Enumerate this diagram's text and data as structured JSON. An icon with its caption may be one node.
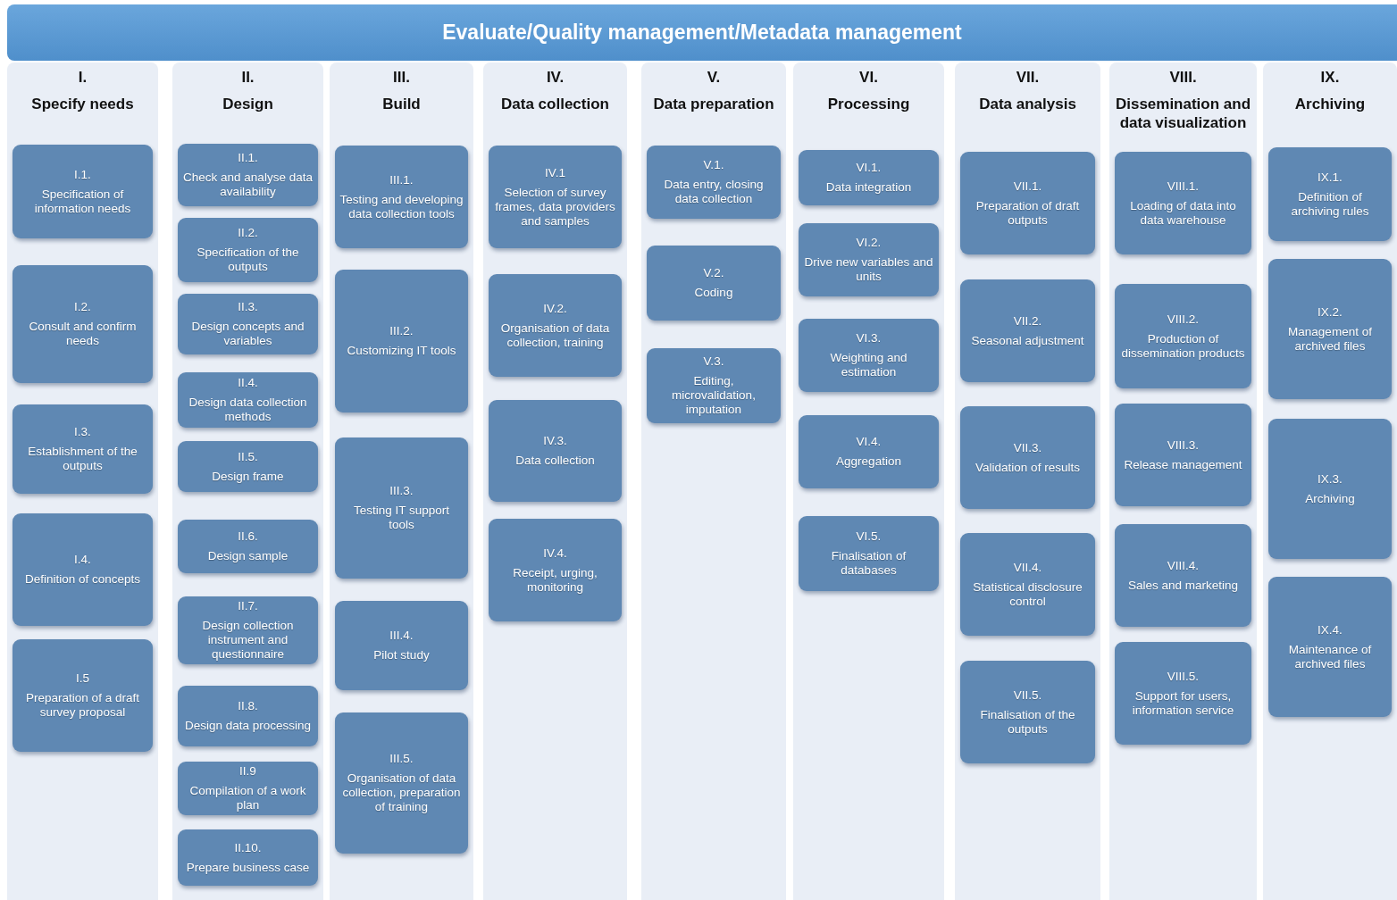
{
  "diagram": {
    "nodes": [
      {
        "text": [
          "Evaluate/Quality management/Metadata management"
        ]
      },
      {
        "text": [
          "I.",
          "Specify needs"
        ]
      },
      {
        "text": [
          "I.1.",
          "Specification of information needs"
        ],
        "in": 1
      },
      {
        "text": [
          "I.2.",
          "Consult and confirm needs"
        ],
        "in": 1
      },
      {
        "text": [
          "I.3.",
          "Establishment of the outputs"
        ],
        "in": 1
      },
      {
        "text": [
          "I.4.",
          "Definition of concepts"
        ],
        "in": 1
      },
      {
        "text": [
          "I.5",
          "Preparation of a draft survey proposal"
        ],
        "in": 1
      },
      {
        "text": [
          "II.",
          "Design"
        ]
      },
      {
        "text": [
          "II.1.",
          "Check and analyse data availability"
        ],
        "in": 7
      },
      {
        "text": [
          "II.2.",
          "Specification of the outputs"
        ],
        "in": 7
      },
      {
        "text": [
          "II.3.",
          "Design concepts and variables"
        ],
        "in": 7
      },
      {
        "text": [
          "II.4.",
          "Design data collection methods"
        ],
        "in": 7
      },
      {
        "text": [
          "II.5.",
          "Design frame"
        ],
        "in": 7
      },
      {
        "text": [
          "II.6.",
          "Design sample"
        ],
        "in": 7
      },
      {
        "text": [
          "II.7.",
          "Design collection instrument and questionnaire"
        ],
        "in": 7
      },
      {
        "text": [
          "II.8.",
          "Design data processing"
        ],
        "in": 7
      },
      {
        "text": [
          "II.9",
          "Compilation of a work plan"
        ],
        "in": 7
      },
      {
        "text": [
          "II.10.",
          "Prepare business case"
        ],
        "in": 7
      },
      {
        "text": [
          "III.",
          "Build"
        ]
      },
      {
        "text": [
          "III.1.",
          "Testing and developing data collection tools"
        ],
        "in": 18
      },
      {
        "text": [
          "III.2.",
          "Customizing IT tools"
        ],
        "in": 18
      },
      {
        "text": [
          "III.3.",
          "Testing  IT support tools"
        ],
        "in": 18
      },
      {
        "text": [
          "III.4.",
          "Pilot study"
        ],
        "in": 18
      },
      {
        "text": [
          "III.5.",
          "Organisation of data collection, preparation of training"
        ],
        "in": 18
      },
      {
        "text": [
          "IV.",
          "Data collection"
        ]
      },
      {
        "text": [
          "IV.1",
          "Selection of survey frames, data providers and samples"
        ],
        "in": 24
      },
      {
        "text": [
          "IV.2.",
          "Organisation of data collection, training"
        ],
        "in": 24
      },
      {
        "text": [
          "IV.3.",
          "Data collection"
        ],
        "in": 24
      },
      {
        "text": [
          "IV.4.",
          "Receipt, urging, monitoring"
        ],
        "in": 24
      },
      {
        "text": [
          "V.",
          "Data preparation"
        ]
      },
      {
        "text": [
          "V.1.",
          "Data entry, closing data collection"
        ],
        "in": 29
      },
      {
        "text": [
          "V.2.",
          "Coding"
        ],
        "in": 29
      },
      {
        "text": [
          "V.3.",
          "Editing, microvalidation, imputation"
        ],
        "in": 29
      },
      {
        "text": [
          "VI.",
          "Processing"
        ]
      },
      {
        "text": [
          "VI.1.",
          "Data integration"
        ],
        "in": 33
      },
      {
        "text": [
          "VI.2.",
          "Drive new variables and units"
        ],
        "in": 33
      },
      {
        "text": [
          "VI.3.",
          "Weighting and estimation"
        ],
        "in": 33
      },
      {
        "text": [
          "VI.4.",
          "Aggregation"
        ],
        "in": 33
      },
      {
        "text": [
          "VI.5.",
          "Finalisation of databases"
        ],
        "in": 33
      },
      {
        "text": [
          "VII.",
          "Data analysis"
        ]
      },
      {
        "text": [
          "VII.1.",
          "Preparation of draft outputs"
        ],
        "in": 39
      },
      {
        "text": [
          "VII.2.",
          "Seasonal adjustment"
        ],
        "in": 39
      },
      {
        "text": [
          "VII.3.",
          "Validation of results"
        ],
        "in": 39
      },
      {
        "text": [
          "VII.4.",
          "Statistical disclosure control"
        ],
        "in": 39
      },
      {
        "text": [
          "VII.5.",
          "Finalisation of the outputs"
        ],
        "in": 39
      },
      {
        "text": [
          "VIII.",
          "Dissemination and data visualization"
        ]
      },
      {
        "text": [
          "VIII.1.",
          "Loading of data into data warehouse"
        ],
        "in": 45
      },
      {
        "text": [
          "VIII.2.",
          "Production of dissemination products"
        ],
        "in": 45
      },
      {
        "text": [
          "VIII.3.",
          "Release management"
        ],
        "in": 45
      },
      {
        "text": [
          "VIII.4.",
          "Sales and marketing"
        ],
        "in": 45
      },
      {
        "text": [
          "VIII.5.",
          "Support for users, information service"
        ],
        "in": 45
      },
      {
        "text": [
          "IX.",
          "Archiving"
        ]
      },
      {
        "text": [
          "IX.1.",
          "Definition of archiving rules"
        ],
        "in": 51
      },
      {
        "text": [
          "IX.2.",
          "Management of archived files"
        ],
        "in": 51
      },
      {
        "text": [
          "IX.3.",
          "Archiving"
        ],
        "in": 51
      },
      {
        "text": [
          "IX.4.",
          "Maintenance of archived files"
        ],
        "in": 51
      }
    ]
  }
}
